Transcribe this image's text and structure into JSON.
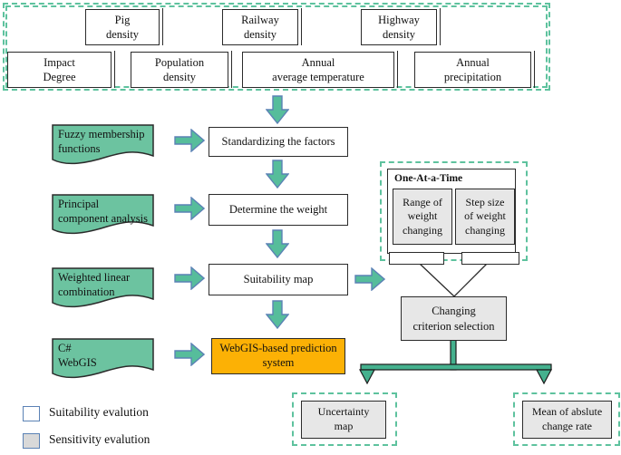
{
  "figure": {
    "type": "flowchart",
    "topic": "suitability and sensitivity evaluation workflow"
  },
  "panel": {
    "factors_row1": [
      {
        "label": "Pig\ndensity"
      },
      {
        "label": "Railway\ndensity"
      },
      {
        "label": "Highway\ndensity"
      }
    ],
    "factors_row2": [
      {
        "label": "Impact\nDegree"
      },
      {
        "label": "Population\ndensity"
      },
      {
        "label": "Annual\naverage temperature"
      },
      {
        "label": "Annual\nprecipitation"
      }
    ]
  },
  "flow": {
    "methods": [
      {
        "label": "Fuzzy membership\nfunctions"
      },
      {
        "label": "Principal\ncomponent analysis"
      },
      {
        "label": "Weighted linear\ncombination"
      },
      {
        "label": "C#\nWebGIS"
      }
    ],
    "steps": [
      {
        "label": "Standardizing the factors"
      },
      {
        "label": "Determine the weight"
      },
      {
        "label": "Suitability map"
      },
      {
        "label": "WebGIS-based prediction\nsystem"
      }
    ]
  },
  "sensitivity": {
    "oat_title": "One-At-a-Time",
    "oat_items": [
      {
        "label": "Range of\nweight\nchanging"
      },
      {
        "label": "Step size\nof weight\nchanging"
      }
    ],
    "changing_label": "Changing\ncriterion selection",
    "outputs": [
      {
        "label": "Uncertainty\nmap"
      },
      {
        "label": "Mean of abslute\nchange rate"
      }
    ]
  },
  "legend": {
    "items": [
      {
        "label": "Suitability evalution",
        "swatch": "white"
      },
      {
        "label": "Sensitivity evalution",
        "swatch": "gray"
      }
    ]
  },
  "colors": {
    "doc_green": "#6cc3a0",
    "arrow_fill": "#56bd9b",
    "arrow_stroke": "#5b82b5",
    "dashed_green": "#5ec29e",
    "orange": "#fcb105",
    "box_gray": "#e7e7e7",
    "legend_gray": "#d9d9d9",
    "connector_green": "#45b18e",
    "border_dark": "#2b2b2b"
  }
}
